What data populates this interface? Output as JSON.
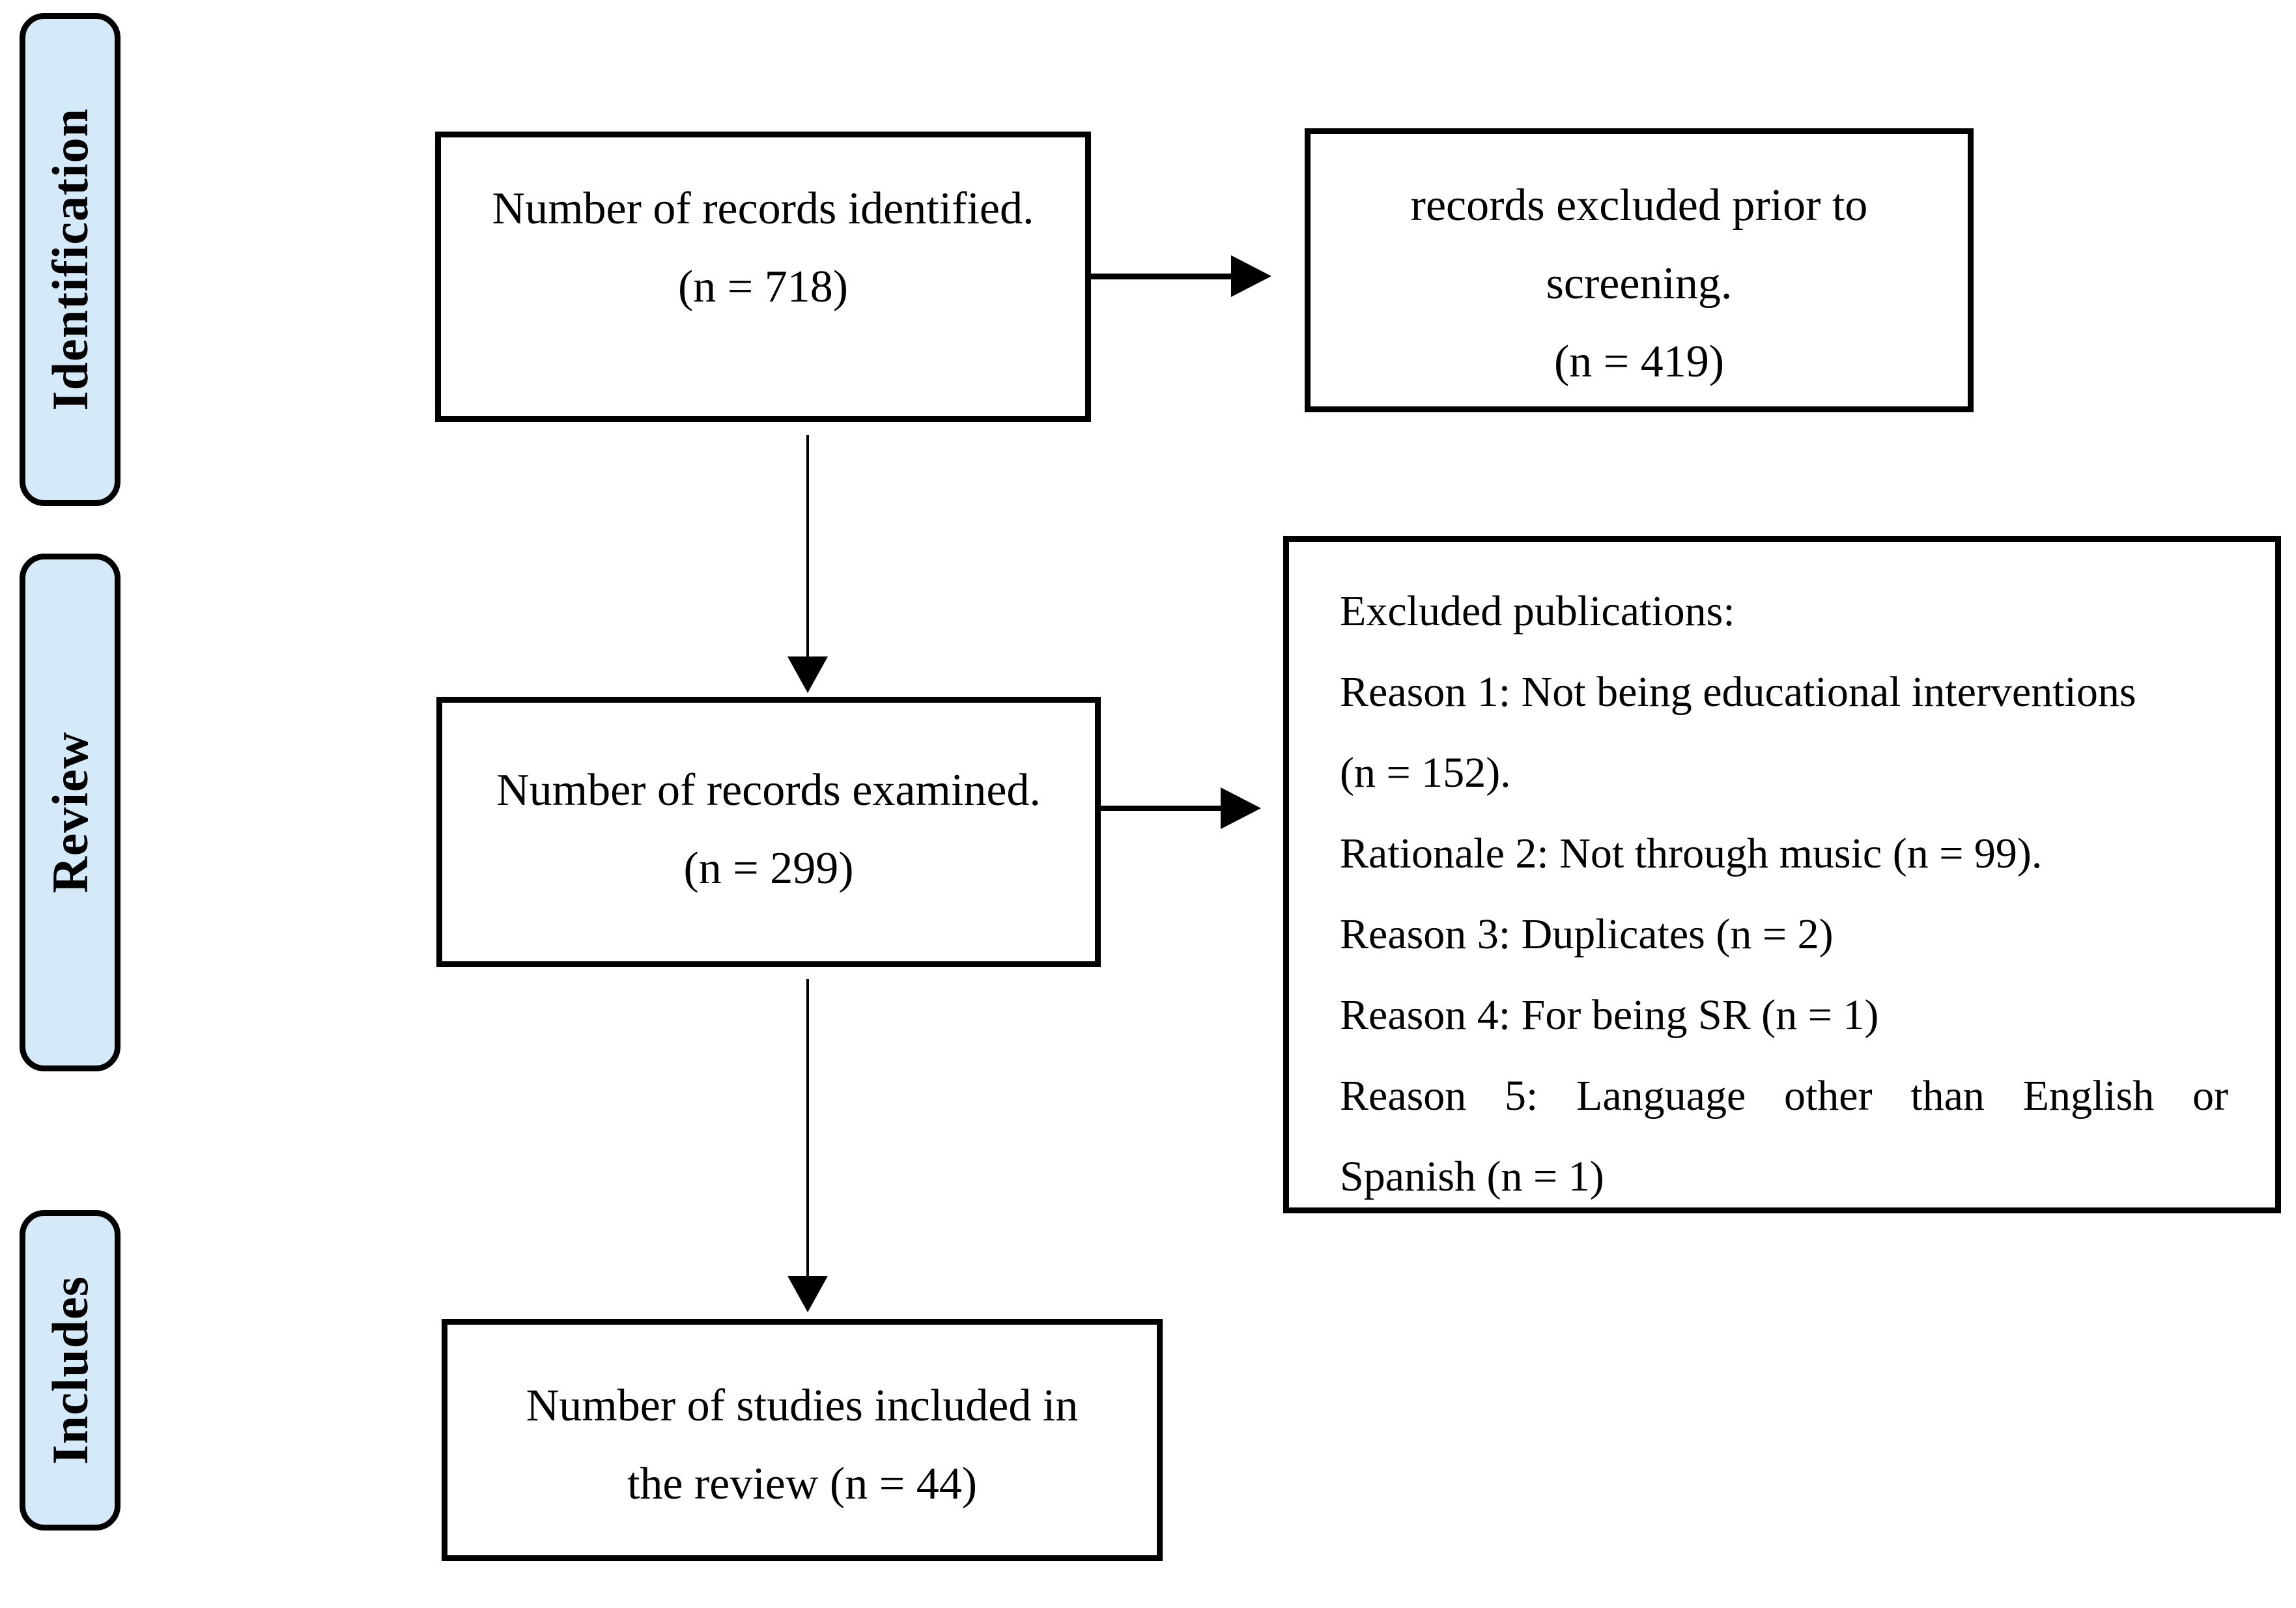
{
  "colors": {
    "stage_fill": "#d5eaf9",
    "stroke": "#000000",
    "background": "#ffffff"
  },
  "stages": [
    {
      "label": "Identification"
    },
    {
      "label": "Review"
    },
    {
      "label": "Includes"
    }
  ],
  "boxes": {
    "identified": {
      "line1": "Number of records identified.",
      "line2": "(n = 718)"
    },
    "excluded_prior": {
      "line1": "records excluded prior to",
      "line2": "screening.",
      "line3": "(n = 419)"
    },
    "examined": {
      "line1": "Number of records examined.",
      "line2": "(n = 299)"
    },
    "excluded_publications": {
      "lines": [
        "Excluded publications:",
        "Reason 1: Not being educational interventions",
        "(n = 152).",
        "Rationale 2: Not through music (n = 99).",
        "Reason 3: Duplicates (n = 2)",
        "Reason 4: For being SR (n = 1)",
        "Reason 5: Language other than English or",
        "Spanish (n = 1)"
      ]
    },
    "included": {
      "line1": "Number of studies included in",
      "line2": "the review (n = 44)"
    }
  }
}
